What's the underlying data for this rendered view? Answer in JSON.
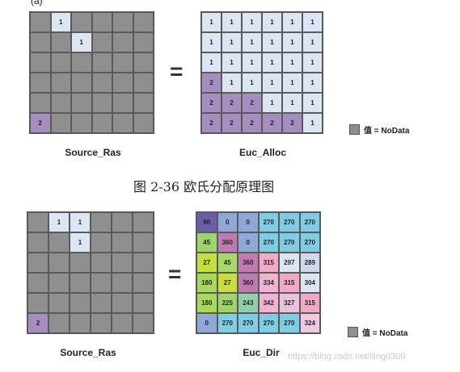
{
  "top_fragment": "(a)",
  "section1": {
    "source": {
      "label": "Source_Ras",
      "cells": [
        [
          "",
          "1",
          "",
          "",
          "",
          ""
        ],
        [
          "",
          "",
          "1",
          "",
          "",
          ""
        ],
        [
          "",
          "",
          "",
          "",
          "",
          ""
        ],
        [
          "",
          "",
          "",
          "",
          "",
          ""
        ],
        [
          "",
          "",
          "",
          "",
          "",
          ""
        ],
        [
          "2",
          "",
          "",
          "",
          "",
          ""
        ]
      ]
    },
    "equals": "=",
    "result": {
      "label": "Euc_Alloc",
      "cells": [
        [
          "1",
          "1",
          "1",
          "1",
          "1",
          "1"
        ],
        [
          "1",
          "1",
          "1",
          "1",
          "1",
          "1"
        ],
        [
          "1",
          "1",
          "1",
          "1",
          "1",
          "1"
        ],
        [
          "2",
          "1",
          "1",
          "1",
          "1",
          "1"
        ],
        [
          "2",
          "2",
          "2",
          "1",
          "1",
          "1"
        ],
        [
          "2",
          "2",
          "2",
          "2",
          "2",
          "1"
        ]
      ]
    },
    "legend": "值 = NoData",
    "caption": "图 2-36  欧氏分配原理图"
  },
  "section2": {
    "source": {
      "label": "Source_Ras",
      "cells": [
        [
          "",
          "1",
          "1",
          "",
          "",
          ""
        ],
        [
          "",
          "",
          "1",
          "",
          "",
          ""
        ],
        [
          "",
          "",
          "",
          "",
          "",
          ""
        ],
        [
          "",
          "",
          "",
          "",
          "",
          ""
        ],
        [
          "",
          "",
          "",
          "",
          "",
          ""
        ],
        [
          "2",
          "",
          "",
          "",
          "",
          ""
        ]
      ]
    },
    "equals": "=",
    "result": {
      "label": "Euc_Dir",
      "cells": [
        [
          "90",
          "0",
          "0",
          "270",
          "270",
          "270"
        ],
        [
          "45",
          "360",
          "0",
          "270",
          "270",
          "270"
        ],
        [
          "27",
          "45",
          "360",
          "315",
          "297",
          "289"
        ],
        [
          "180",
          "27",
          "360",
          "334",
          "315",
          "304"
        ],
        [
          "180",
          "225",
          "243",
          "342",
          "327",
          "315"
        ],
        [
          "0",
          "270",
          "270",
          "270",
          "270",
          "324"
        ]
      ],
      "colors": [
        [
          "#6b5ea6",
          "#8fa8d6",
          "#8fa8d6",
          "#7ecde4",
          "#7ecde4",
          "#7ecde4"
        ],
        [
          "#9fd46d",
          "#c07ab2",
          "#8fa8d6",
          "#7ecde4",
          "#7ecde4",
          "#7ecde4"
        ],
        [
          "#c7df3a",
          "#a9d86a",
          "#c07ab2",
          "#f2a9c5",
          "#dbe6f2",
          "#cfd9ec"
        ],
        [
          "#a8d85a",
          "#c7df3a",
          "#c07ab2",
          "#f0b3d0",
          "#f2a9c5",
          "#dbe6f2"
        ],
        [
          "#a8d85a",
          "#9fd46d",
          "#8fd0a8",
          "#f0b3d0",
          "#e8c3dc",
          "#f2a9c5"
        ],
        [
          "#8fa8d6",
          "#7ecde4",
          "#7ecde4",
          "#7ecde4",
          "#7ecde4",
          "#f0c8e0"
        ]
      ]
    },
    "legend": "值 = NoData"
  },
  "watermark": "https://blog.csdn.net/lling0309",
  "colors": {
    "nodata": "#8f8f8f",
    "one": "#dbe6f2",
    "two": "#a58dc0"
  }
}
